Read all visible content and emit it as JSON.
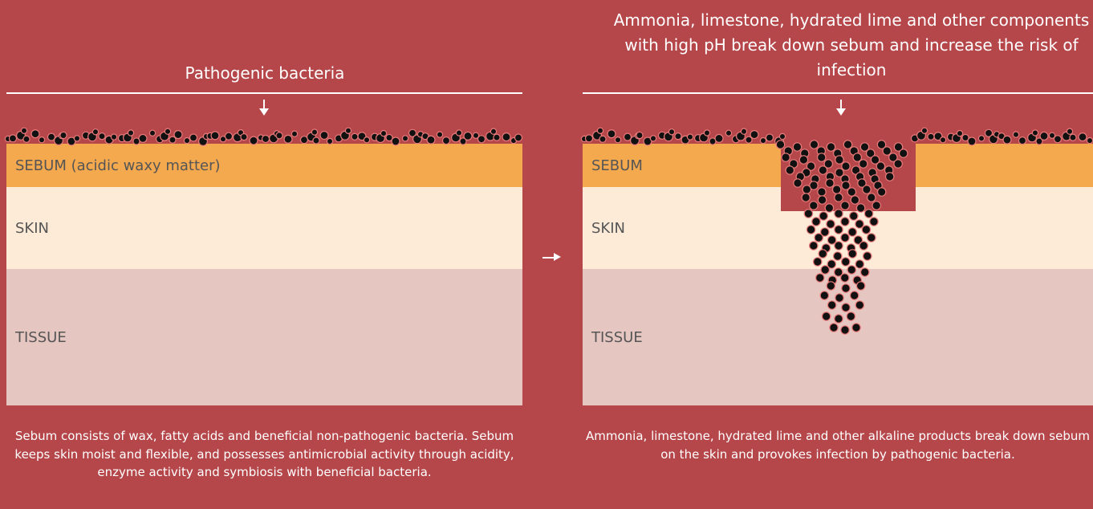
{
  "left": {
    "header": "Pathogenic bacteria",
    "layers": {
      "sebum": "SEBUM (acidic waxy matter)",
      "skin": "SKIN",
      "tissue": "TISSUE"
    },
    "caption": "Sebum consists of wax, fatty acids and beneficial non-pathogenic bacteria. Sebum keeps skin moist and flexible, and possesses antimicrobial activity through acidity, enzyme activity and symbiosis with beneficial bacteria."
  },
  "right": {
    "header": "Ammonia, limestone, hydrated lime and other components with high pH break down sebum and increase the risk of infection",
    "layers": {
      "sebum": "SEBUM",
      "skin": "SKIN",
      "tissue": "TISSUE"
    },
    "caption": "Ammonia, limestone, hydrated lime and other alkaline products break down sebum on the skin and provokes infection by pathogenic bacteria."
  },
  "colors": {
    "background": "#b5464a",
    "sebum": "#f4a94f",
    "skin": "#fdebd8",
    "tissue": "#e6c6c0",
    "bacteria": "#111111",
    "bacteria_outline": "#e87a7a"
  },
  "icons": [
    "down-arrow-icon",
    "right-arrow-icon",
    "bacteria-icon"
  ]
}
